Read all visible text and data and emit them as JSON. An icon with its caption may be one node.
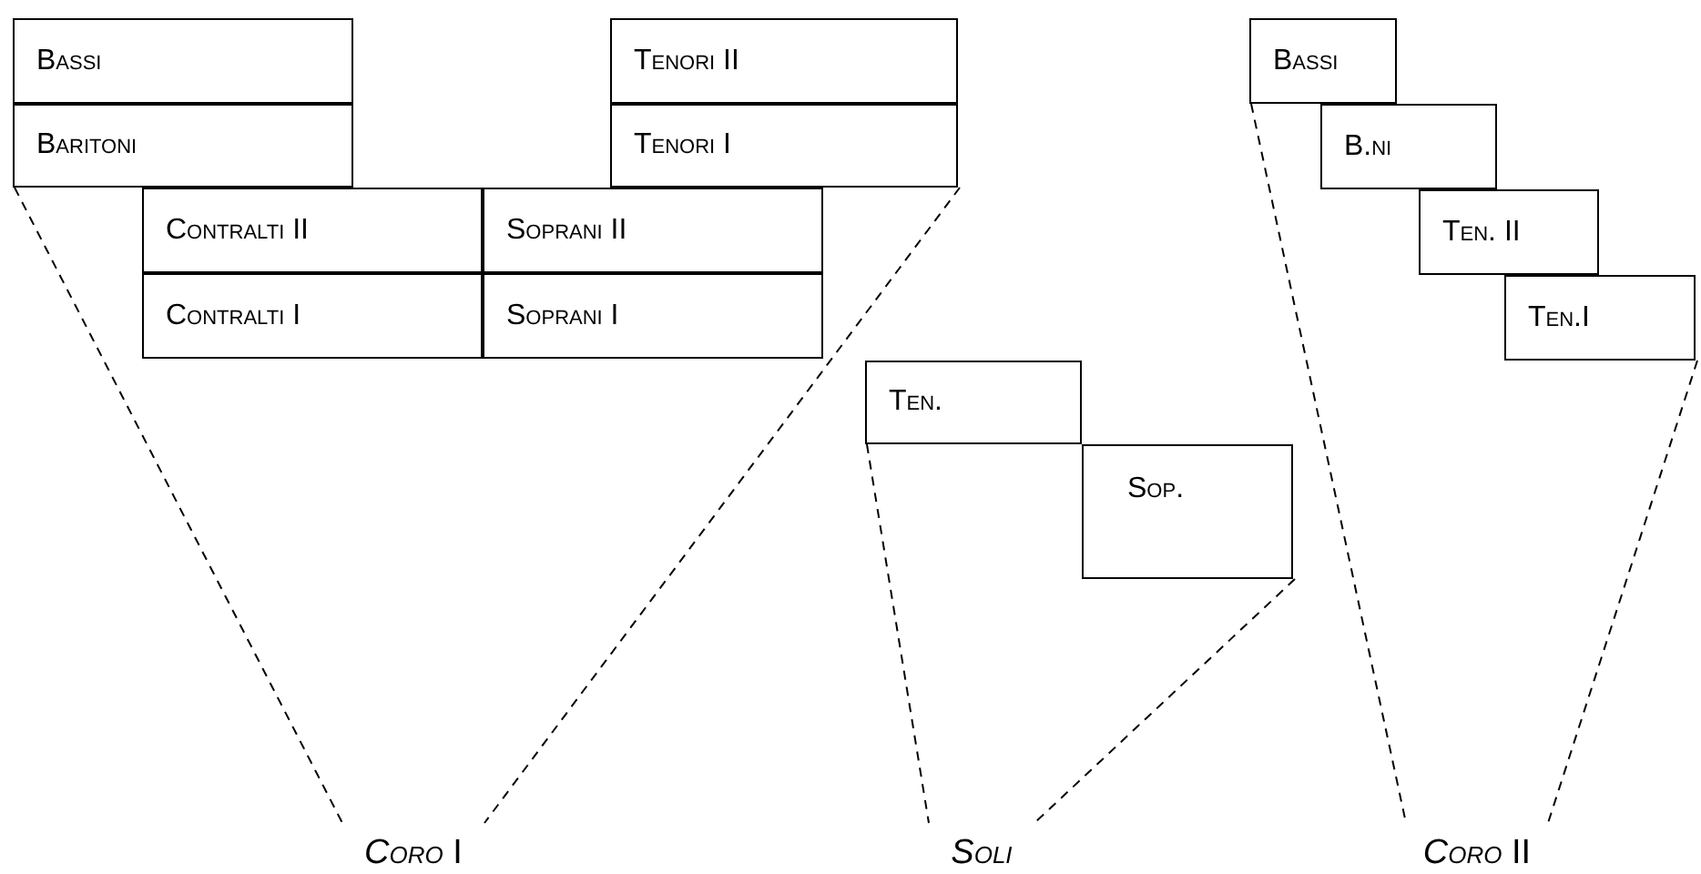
{
  "diagram": {
    "nodes": [
      {
        "text": [
          "Bassi"
        ]
      },
      {
        "text": [
          "Tenori II"
        ]
      },
      {
        "text": [
          "Baritoni"
        ]
      },
      {
        "text": [
          "Tenori I"
        ]
      },
      {
        "text": [
          "Contralti II"
        ]
      },
      {
        "text": [
          "Soprani II"
        ]
      },
      {
        "text": [
          "Contralti I"
        ]
      },
      {
        "text": [
          "Soprani I"
        ]
      },
      {
        "text": [
          "Ten."
        ]
      },
      {
        "text": [
          "Sop."
        ]
      },
      {
        "text": [
          "Bassi"
        ]
      },
      {
        "text": [
          "B.ni"
        ]
      },
      {
        "text": [
          "Ten. II"
        ]
      },
      {
        "text": [
          "Ten.I"
        ]
      },
      {
        "text": [
          "*Coro* I"
        ]
      },
      {
        "text": [
          "Soli"
        ]
      },
      {
        "text": [
          "*Coro* II"
        ]
      }
    ],
    "edges": [
      {
        "from": 2,
        "to": 14,
        "arrow": "none",
        "style": "dashed"
      },
      {
        "from": 3,
        "to": 14,
        "arrow": "none",
        "style": "dashed"
      },
      {
        "from": 8,
        "to": 15,
        "arrow": "none",
        "style": "dashed"
      },
      {
        "from": 9,
        "to": 15,
        "arrow": "none",
        "style": "dashed"
      },
      {
        "from": 10,
        "to": 16,
        "arrow": "none",
        "style": "dashed"
      },
      {
        "from": 13,
        "to": 16,
        "arrow": "none",
        "style": "dashed"
      }
    ]
  }
}
